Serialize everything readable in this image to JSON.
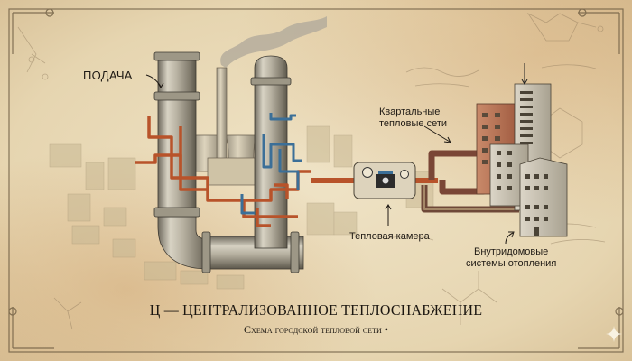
{
  "diagram": {
    "title": "Ц — ЦЕНТРАЛИЗОВАННОЕ ТЕПЛОСНАБЖЕНИЕ",
    "subtitle": "Схема городской тепловой сети •",
    "labels": {
      "supply": "ПОДАЧА",
      "district_networks_line1": "Квартальные",
      "district_networks_line2": "тепловые сети",
      "heat_chamber": "Тепловая камера",
      "in_house_line1": "Внутридомовые",
      "in_house_line2": "системы отопления"
    },
    "colors": {
      "paper": "#e9dcbc",
      "supply_pipe": "#b8532a",
      "return_pipe": "#3b6f98",
      "main_pipe": "#a9a394",
      "ink": "#1f1a14",
      "brick_building": "#b9775a",
      "grey_building": "#c9c2b2"
    },
    "icons": [
      "chp-plant",
      "chimney",
      "cooling-tower",
      "heat-chamber",
      "pressure-gauge",
      "apartment-buildings",
      "sparkle-icon"
    ]
  }
}
